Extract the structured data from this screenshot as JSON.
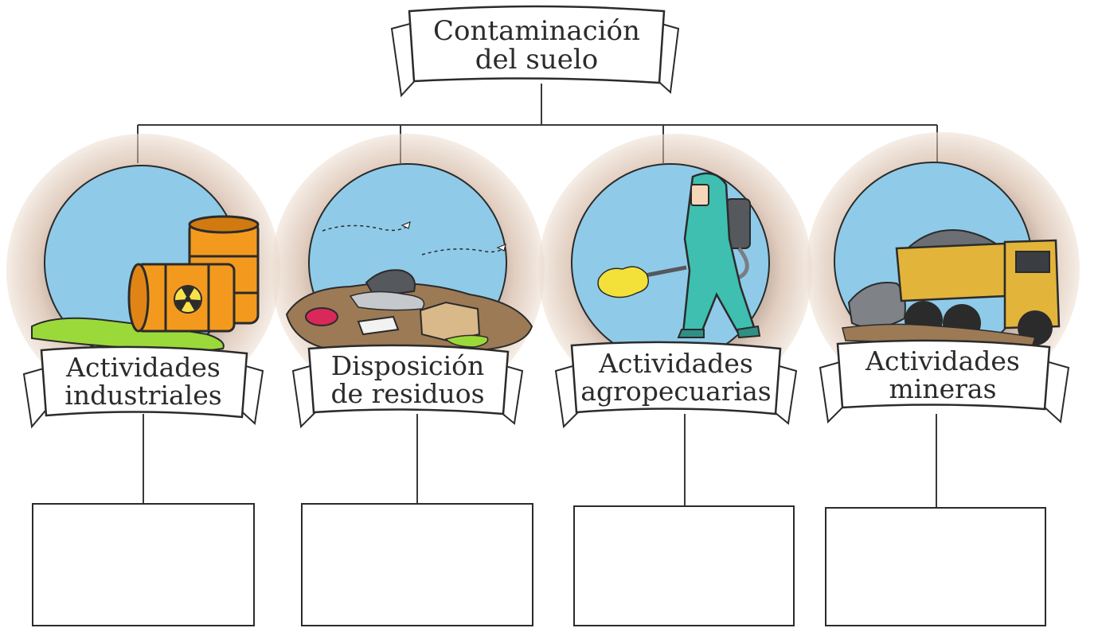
{
  "title": {
    "line1": "Contaminación",
    "line2": "del suelo"
  },
  "categories": [
    {
      "line1": "Actividades",
      "line2": "industriales",
      "answer": ""
    },
    {
      "line1": "Disposición",
      "line2": "de residuos",
      "answer": ""
    },
    {
      "line1": "Actividades",
      "line2": "agropecuarias",
      "answer": ""
    },
    {
      "line1": "Actividades",
      "line2": "mineras",
      "answer": ""
    }
  ],
  "colors": {
    "sky": "#8fcbe8",
    "halo": "#c9a68d",
    "line": "#3a3a3a",
    "barrel": "#f39a1e",
    "toxic": "#9bd93a",
    "suit": "#3fbfb0",
    "spray": "#f3e13a",
    "truck": "#e2b43a",
    "dirt": "#9b7a55"
  }
}
